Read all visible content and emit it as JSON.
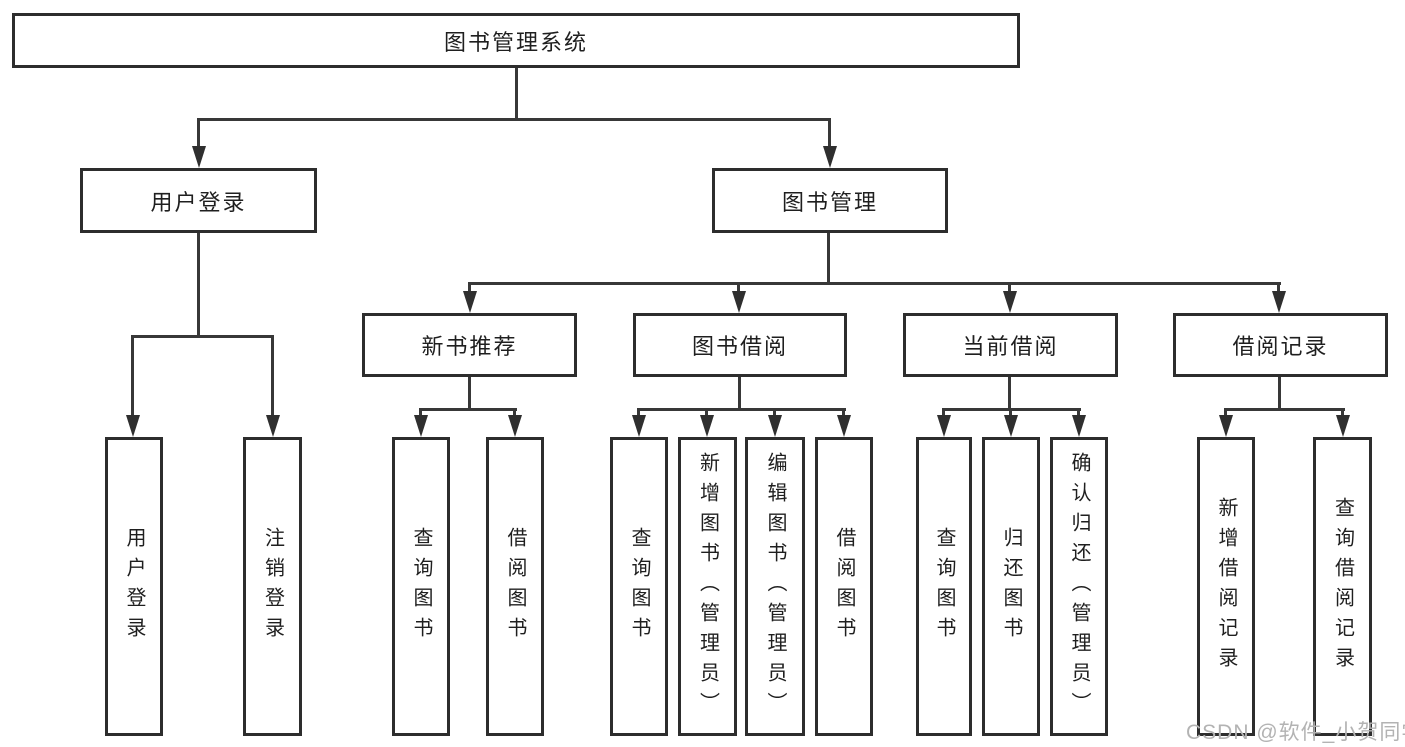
{
  "tree": {
    "root": {
      "label": "图书管理系统",
      "children": [
        {
          "label": "用户登录",
          "children": [
            {
              "label": "用户登录"
            },
            {
              "label": "注销登录"
            }
          ]
        },
        {
          "label": "图书管理",
          "children": [
            {
              "label": "新书推荐",
              "children": [
                {
                  "label": "查询图书"
                },
                {
                  "label": "借阅图书"
                }
              ]
            },
            {
              "label": "图书借阅",
              "children": [
                {
                  "label": "查询图书"
                },
                {
                  "label": "新增图书（管理员）"
                },
                {
                  "label": "编辑图书（管理员）"
                },
                {
                  "label": "借阅图书"
                }
              ]
            },
            {
              "label": "当前借阅",
              "children": [
                {
                  "label": "查询图书"
                },
                {
                  "label": "归还图书"
                },
                {
                  "label": "确认归还（管理员）"
                }
              ]
            },
            {
              "label": "借阅记录",
              "children": [
                {
                  "label": "新增借阅记录"
                },
                {
                  "label": "查询借阅记录"
                }
              ]
            }
          ]
        }
      ]
    }
  },
  "watermark": {
    "text": "CSDN @软件_小贺同学"
  },
  "colors": {
    "background": "#ffffff",
    "box_border": "#2d2d2d",
    "connector_line": "#383838",
    "text": "#1f1f1f",
    "watermark": "#b3b3b3"
  }
}
